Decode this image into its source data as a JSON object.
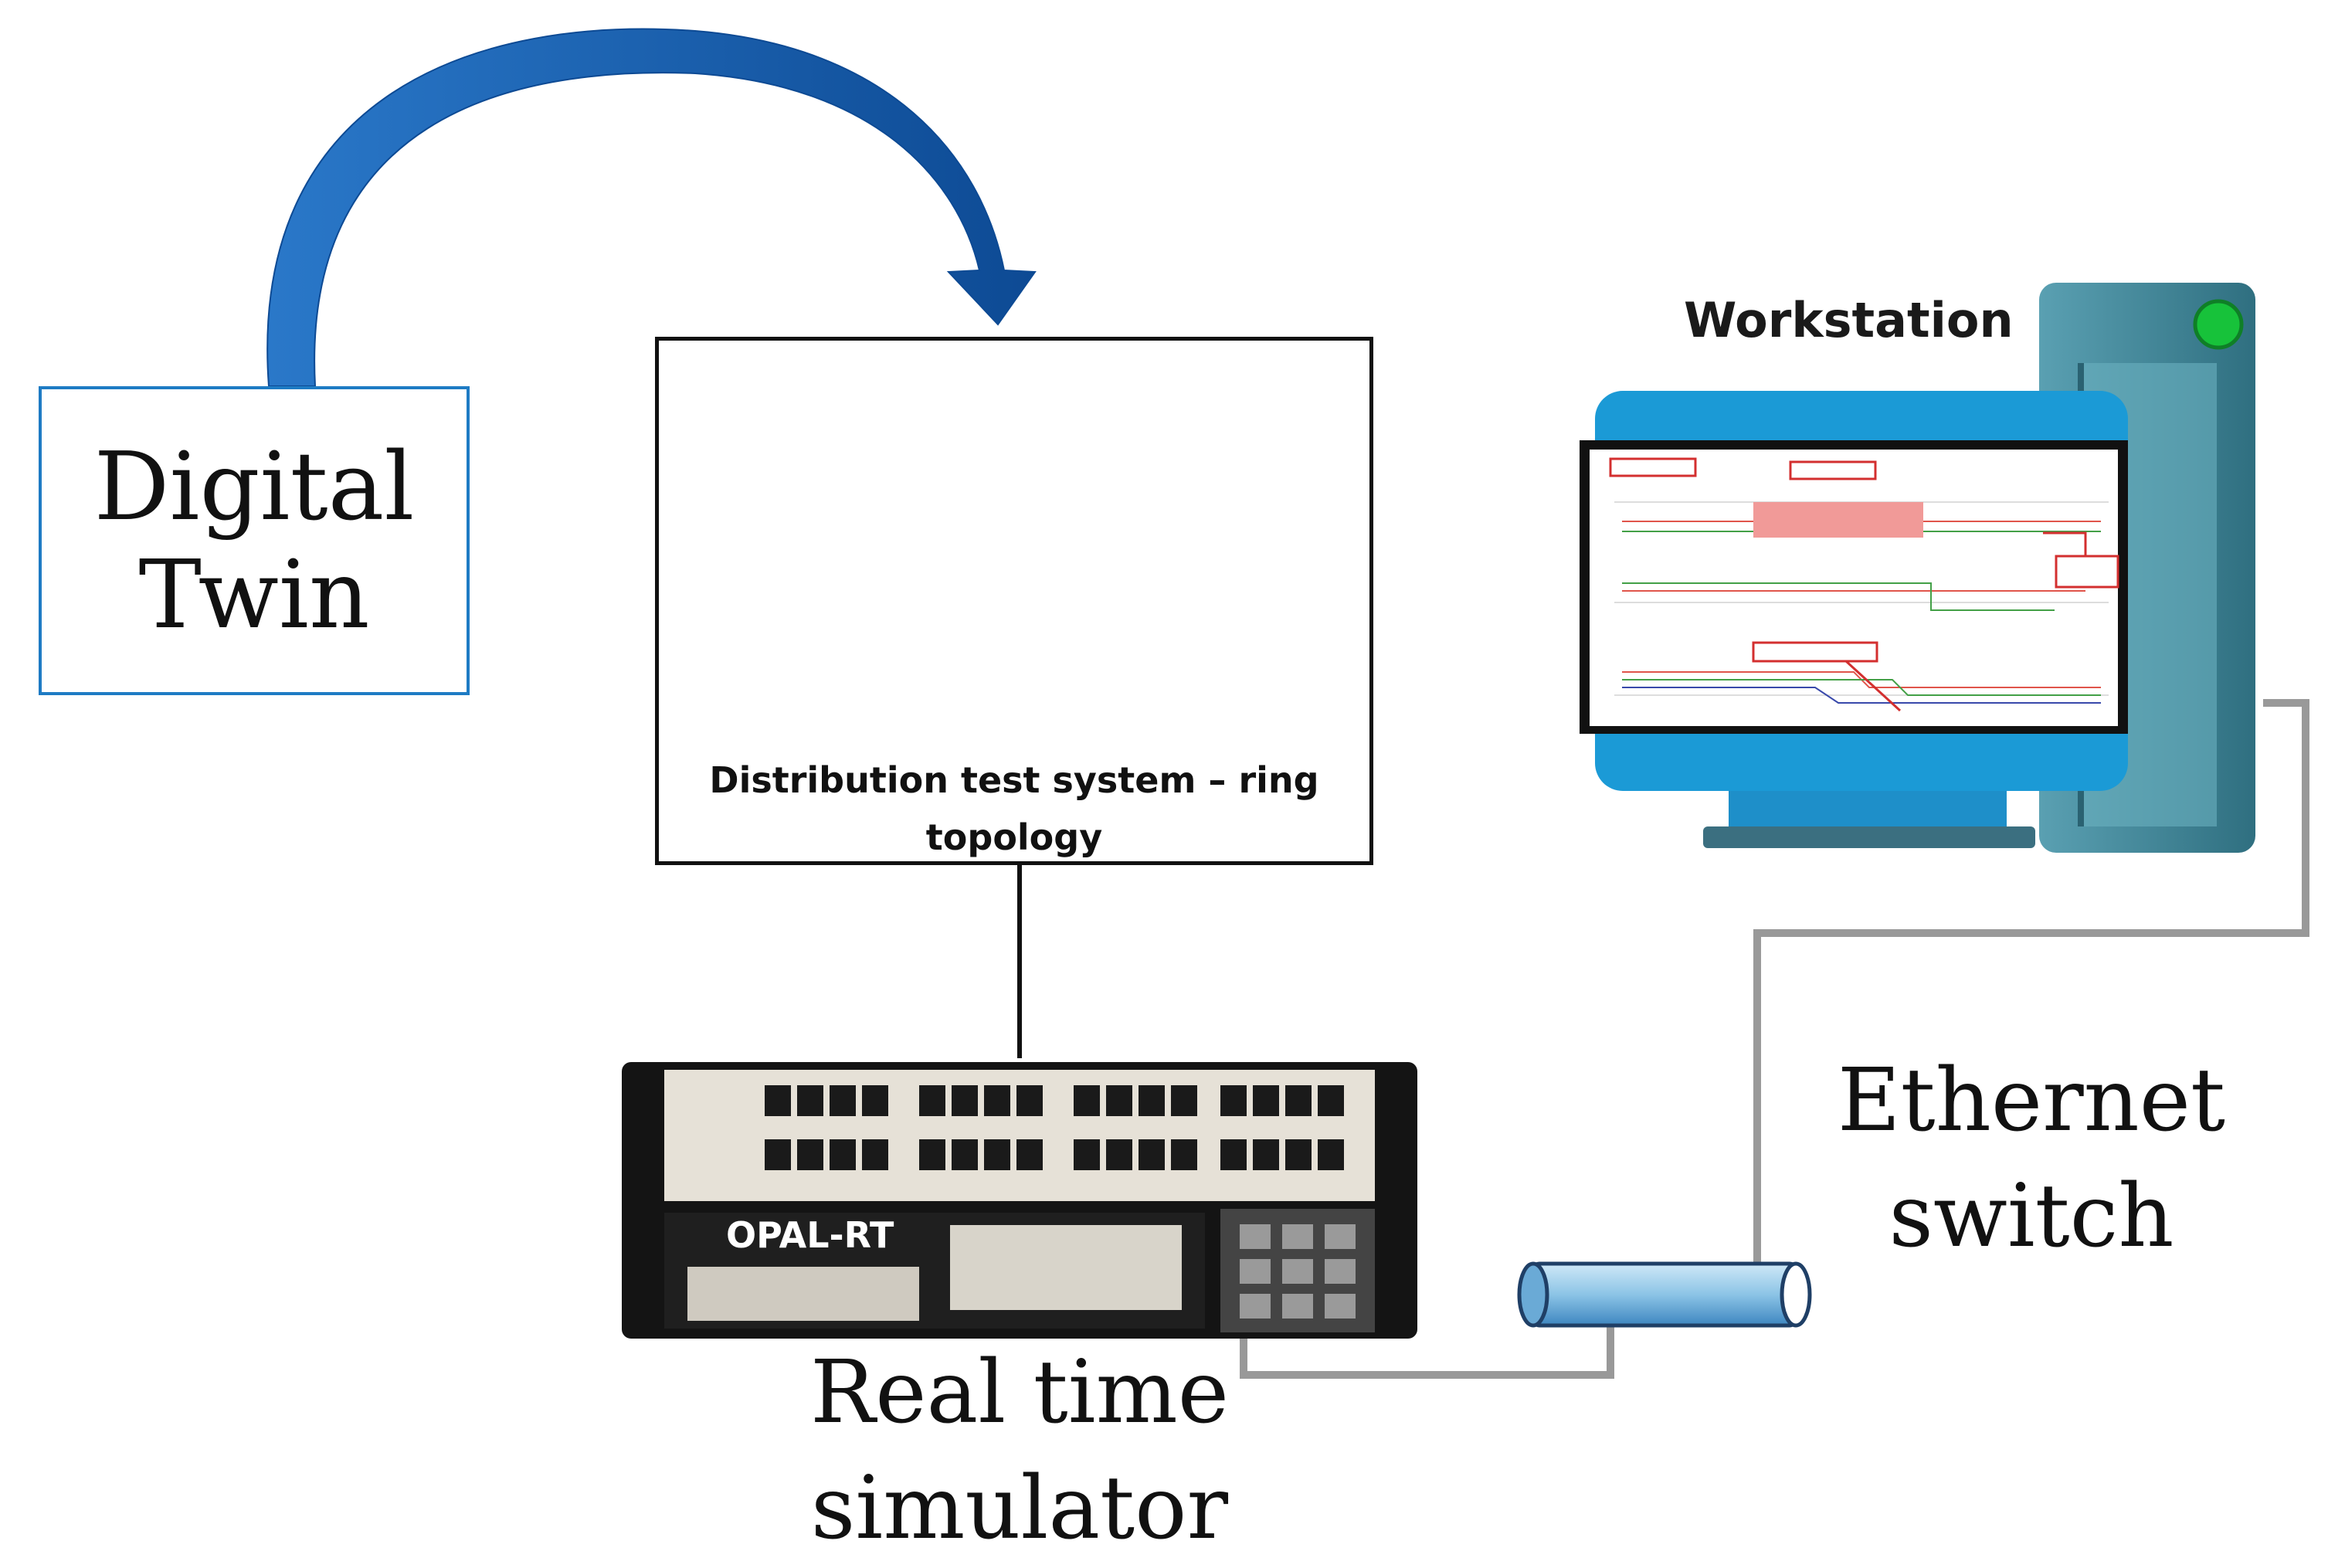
{
  "digital_twin": {
    "label": "Digital\nTwin"
  },
  "topology": {
    "caption_line1": "Distribution test system – ring",
    "caption_line2": "topology"
  },
  "workstation": {
    "label": "Workstation"
  },
  "ethernet_switch": {
    "label": "Ethernet\nswitch"
  },
  "simulator": {
    "label": "Real time\nsimulator",
    "brand": "OPAL-RT"
  },
  "colors": {
    "arrow": "#1565b8",
    "box_border": "#1e7bc4",
    "monitor": "#1b9ad6",
    "tower": "#4c8fa0",
    "cable": "#999999",
    "switch": "#86c3e6"
  }
}
